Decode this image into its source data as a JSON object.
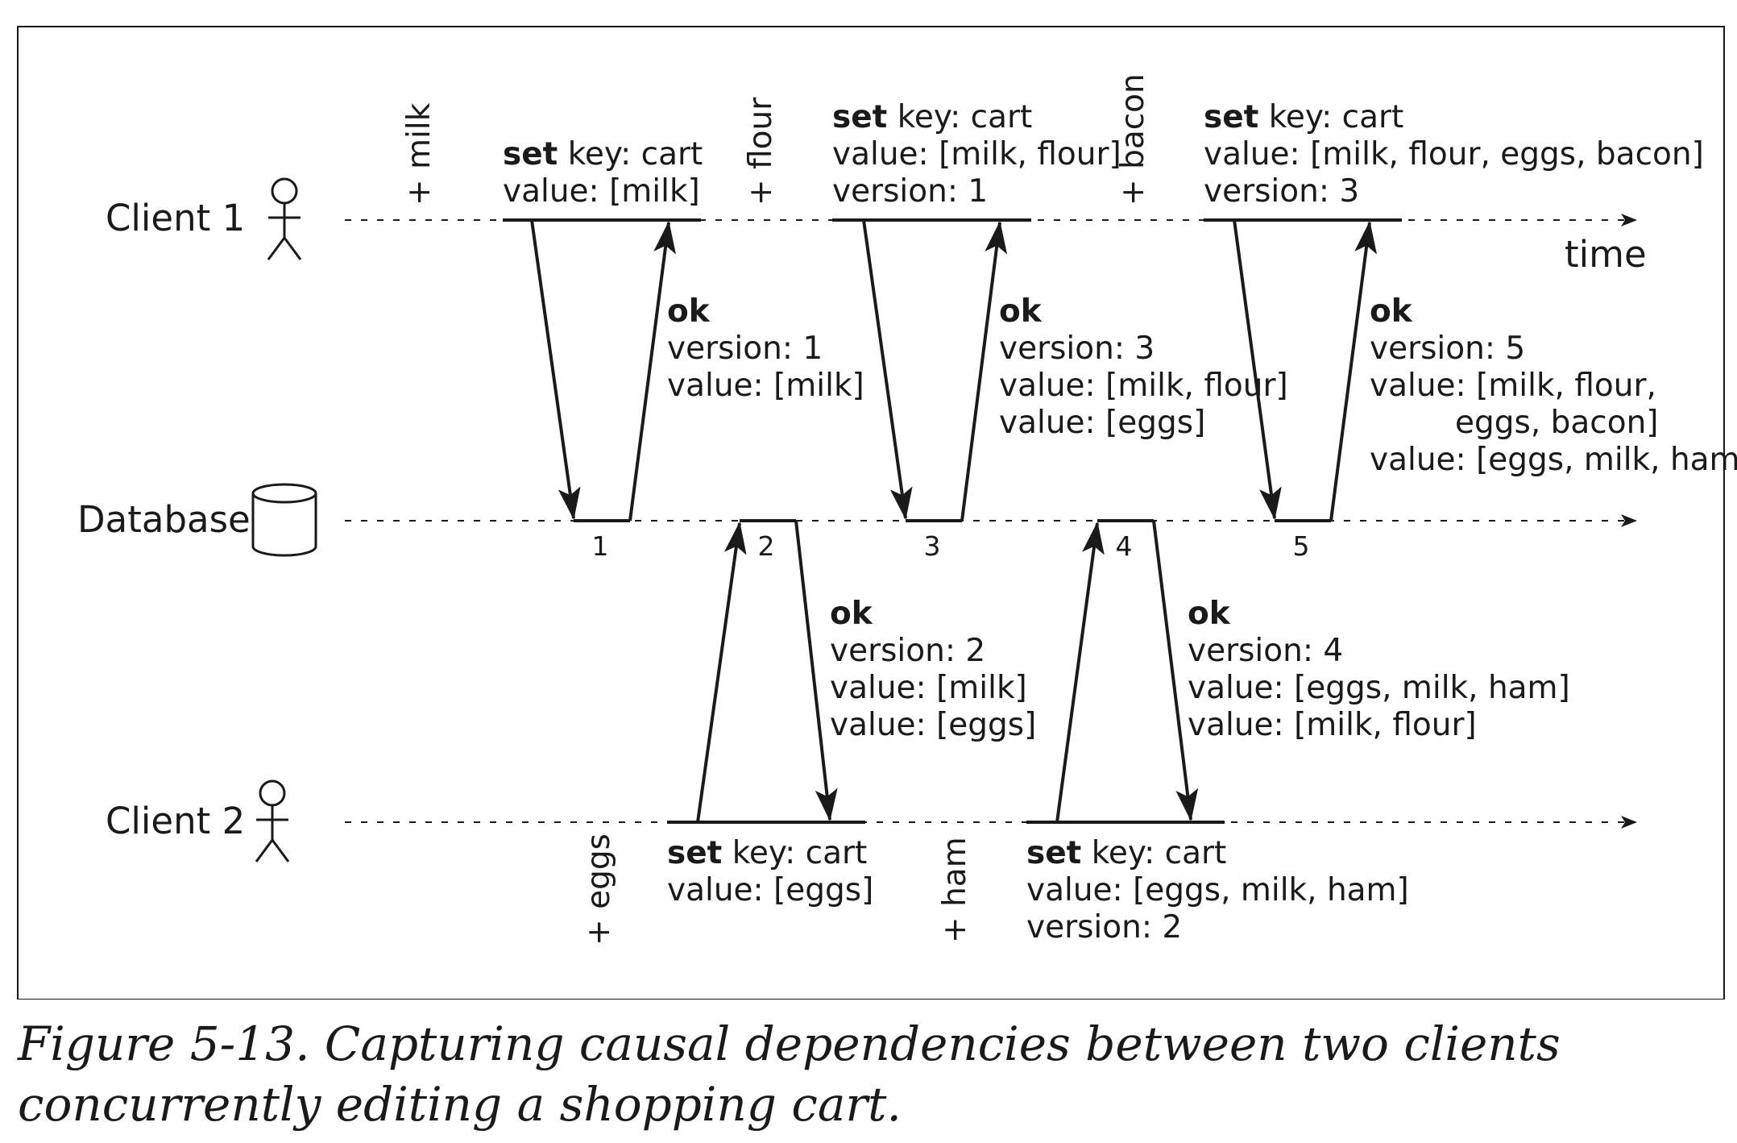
{
  "actors": {
    "client1": "Client 1",
    "database": "Database",
    "client2": "Client 2"
  },
  "time_label": "time",
  "client1_ops": [
    {
      "item": "+ milk",
      "cmd": "set",
      "key": " key: cart",
      "lines": [
        "value: [milk]"
      ]
    },
    {
      "item": "+ flour",
      "cmd": "set",
      "key": " key: cart",
      "lines": [
        "value: [milk, flour]",
        "version: 1"
      ]
    },
    {
      "item": "+ bacon",
      "cmd": "set",
      "key": " key: cart",
      "lines": [
        "value: [milk, flour, eggs, bacon]",
        "version: 3"
      ]
    }
  ],
  "client2_ops": [
    {
      "item": "+ eggs",
      "cmd": "set",
      "key": " key: cart",
      "lines": [
        "value: [eggs]"
      ]
    },
    {
      "item": "+ ham",
      "cmd": "set",
      "key": " key: cart",
      "lines": [
        "value: [eggs, milk, ham]",
        "version: 2"
      ]
    }
  ],
  "client1_responses": [
    {
      "ok": "ok",
      "lines": [
        "version: 1",
        "value: [milk]"
      ]
    },
    {
      "ok": "ok",
      "lines": [
        "version: 3",
        "value: [milk, flour]",
        "value: [eggs]"
      ]
    },
    {
      "ok": "ok",
      "lines": [
        "version: 5",
        "value: [milk, flour,",
        "eggs, bacon]",
        "value: [eggs, milk, ham]"
      ]
    }
  ],
  "client2_responses": [
    {
      "ok": "ok",
      "lines": [
        "version: 2",
        "value: [milk]",
        "value: [eggs]"
      ]
    },
    {
      "ok": "ok",
      "lines": [
        "version: 4",
        "value: [eggs, milk, ham]",
        "value: [milk, flour]"
      ]
    }
  ],
  "db_versions": [
    "1",
    "2",
    "3",
    "4",
    "5"
  ],
  "caption": "Figure 5-13. Capturing causal dependencies between two clients concurrently editing a shopping cart."
}
